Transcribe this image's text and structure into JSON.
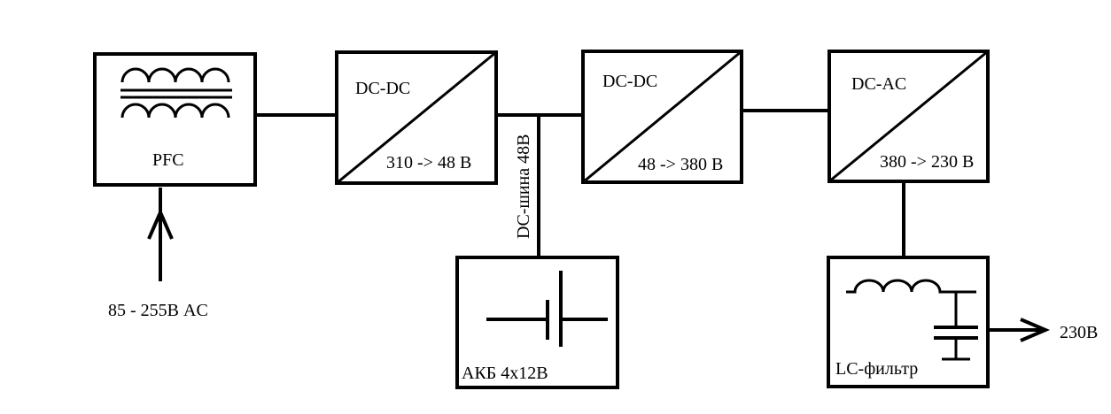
{
  "blocks": {
    "pfc": {
      "label": "PFC",
      "icon": "transformer-icon"
    },
    "dcdc1": {
      "title": "DC-DC",
      "ratio": "310 -> 48 В"
    },
    "dcdc2": {
      "title": "DC-DC",
      "ratio": "48 -> 380 В"
    },
    "dcac": {
      "title": "DC-AC",
      "ratio": "380 -> 230 В"
    },
    "battery": {
      "label": "АКБ 4x12В",
      "icon": "battery-icon"
    },
    "lc_filter": {
      "label": "LC-фильтр",
      "icon": "lc-filter-icon"
    }
  },
  "labels": {
    "input": "85 - 255В AC",
    "dc_bus": "DC-шина 48В",
    "output": "230В"
  },
  "colors": {
    "line": "#000000",
    "background": "#ffffff"
  }
}
